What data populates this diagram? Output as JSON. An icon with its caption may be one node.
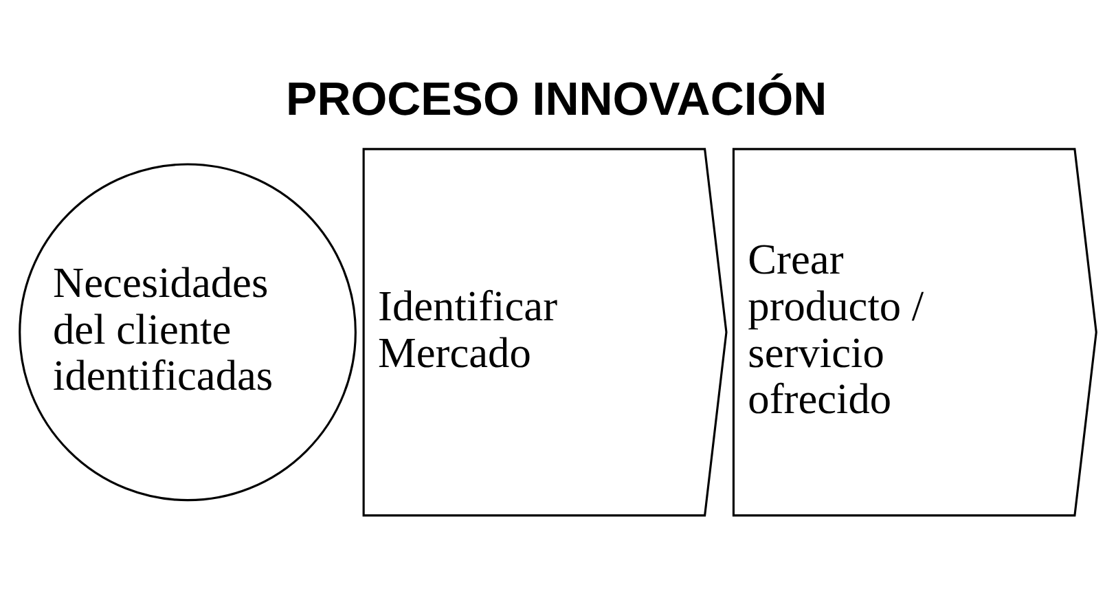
{
  "diagram": {
    "title": "PROCESO INNOVACIÓN",
    "nodes": [
      {
        "text": [
          "Necesidades del cliente identificadas"
        ]
      },
      {
        "text": [
          "Identificar Mercado"
        ]
      },
      {
        "text": [
          "Crear producto / servicio ofrecido"
        ]
      }
    ],
    "edges": []
  }
}
